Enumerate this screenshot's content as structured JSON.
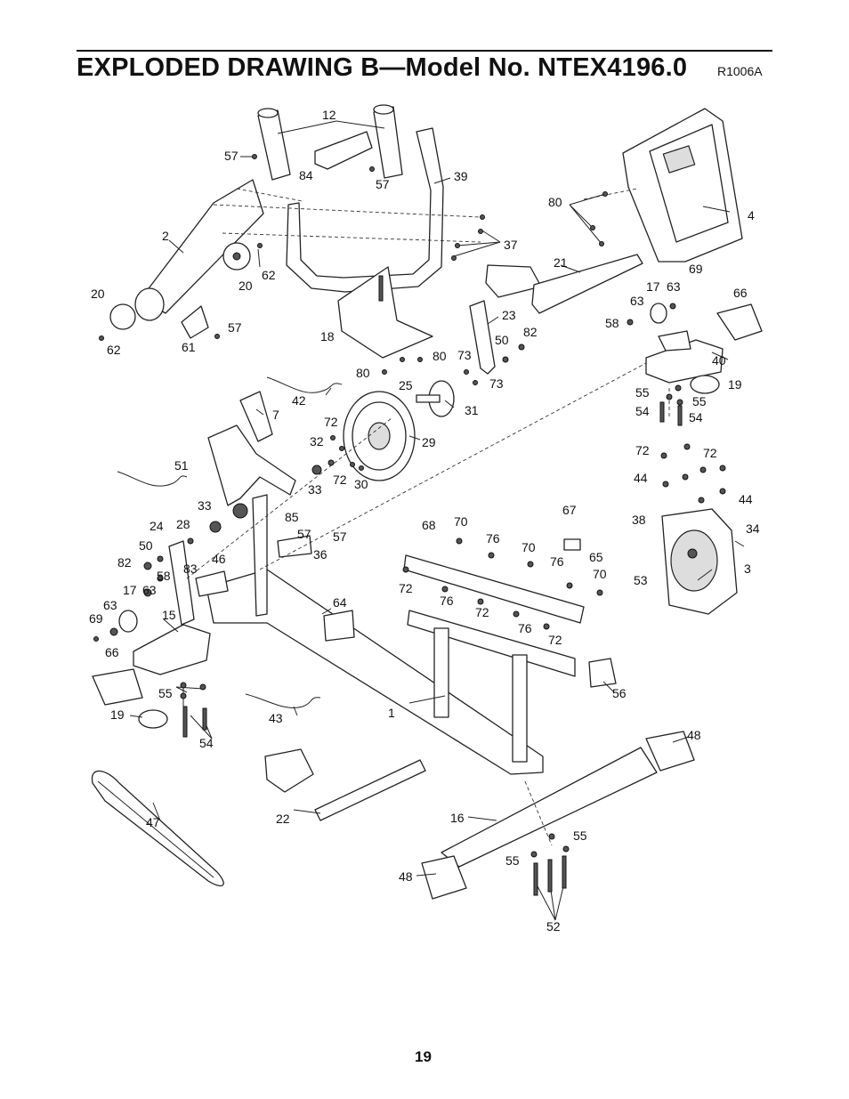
{
  "header": {
    "title": "EXPLODED DRAWING B—Model No. NTEX4196.0",
    "drawing_code": "R1006A"
  },
  "footer": {
    "page_number": "19"
  },
  "callouts": [
    "12",
    "57",
    "84",
    "57",
    "39",
    "2",
    "80",
    "4",
    "37",
    "21",
    "20",
    "62",
    "69",
    "20",
    "17",
    "63",
    "66",
    "63",
    "58",
    "61",
    "57",
    "62",
    "18",
    "23",
    "50",
    "82",
    "40",
    "80",
    "80",
    "73",
    "73",
    "25",
    "55",
    "19",
    "42",
    "31",
    "54",
    "55",
    "54",
    "7",
    "72",
    "32",
    "29",
    "72",
    "72",
    "51",
    "33",
    "72",
    "30",
    "44",
    "44",
    "33",
    "85",
    "70",
    "67",
    "38",
    "34",
    "24",
    "28",
    "57",
    "57",
    "68",
    "50",
    "76",
    "36",
    "70",
    "65",
    "82",
    "46",
    "76",
    "3",
    "58",
    "83",
    "70",
    "53",
    "72",
    "17",
    "63",
    "64",
    "15",
    "76",
    "72",
    "69",
    "63",
    "76",
    "72",
    "66",
    "56",
    "55",
    "19",
    "1",
    "43",
    "54",
    "48",
    "47",
    "16",
    "22",
    "55",
    "55",
    "48",
    "52"
  ]
}
